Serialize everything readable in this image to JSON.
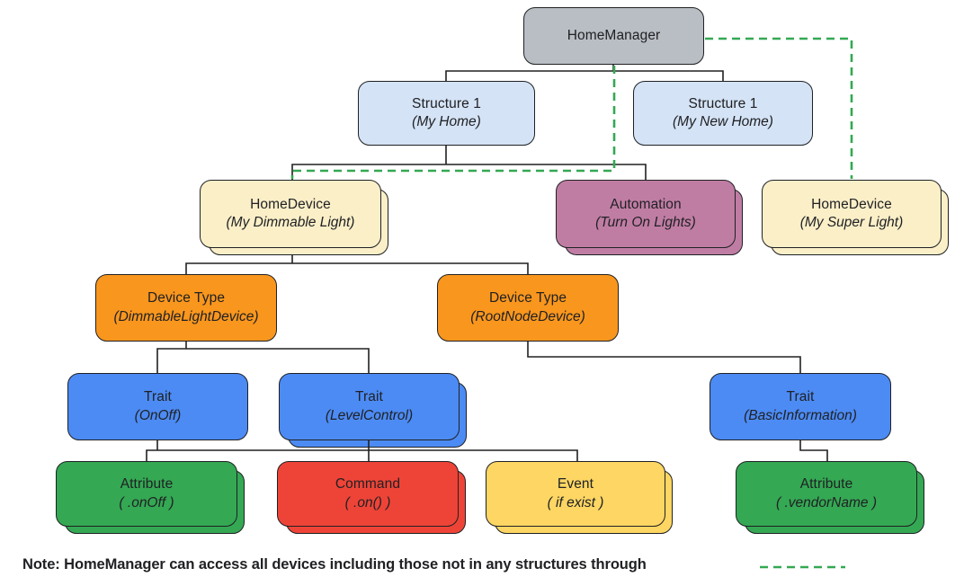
{
  "nodes": [
    {
      "title": "HomeManager",
      "subtitle": ""
    },
    {
      "title": "Structure 1",
      "subtitle": "(My Home)"
    },
    {
      "title": "Structure 1",
      "subtitle": "(My New Home)"
    },
    {
      "title": "HomeDevice",
      "subtitle": "(My Dimmable Light)"
    },
    {
      "title": "Automation",
      "subtitle": "(Turn On Lights)"
    },
    {
      "title": "HomeDevice",
      "subtitle": "(My Super Light)"
    },
    {
      "title": "Device Type",
      "subtitle": "(DimmableLightDevice)"
    },
    {
      "title": "Device Type",
      "subtitle": "(RootNodeDevice)"
    },
    {
      "title": "Trait",
      "subtitle": "(OnOff)"
    },
    {
      "title": "Trait",
      "subtitle": "(LevelControl)"
    },
    {
      "title": "Trait",
      "subtitle": "(BasicInformation)"
    },
    {
      "title": "Attribute",
      "subtitle": "( .onOff )"
    },
    {
      "title": "Command",
      "subtitle": "( .on() )"
    },
    {
      "title": "Event",
      "subtitle": "( if exist )"
    },
    {
      "title": "Attribute",
      "subtitle": "( .vendorName )"
    }
  ],
  "edges": [
    {
      "from": "HomeManager",
      "to": "Structure 1 (My Home)",
      "style": "solid"
    },
    {
      "from": "HomeManager",
      "to": "Structure 1 (My New Home)",
      "style": "solid"
    },
    {
      "from": "Structure 1 (My Home)",
      "to": "HomeDevice (My Dimmable Light)",
      "style": "solid"
    },
    {
      "from": "Structure 1 (My Home)",
      "to": "Automation (Turn On Lights)",
      "style": "solid"
    },
    {
      "from": "HomeDevice (My Dimmable Light)",
      "to": "Device Type (DimmableLightDevice)",
      "style": "solid"
    },
    {
      "from": "HomeDevice (My Dimmable Light)",
      "to": "Device Type (RootNodeDevice)",
      "style": "solid"
    },
    {
      "from": "Device Type (DimmableLightDevice)",
      "to": "Trait (OnOff)",
      "style": "solid"
    },
    {
      "from": "Device Type (DimmableLightDevice)",
      "to": "Trait (LevelControl)",
      "style": "solid"
    },
    {
      "from": "Device Type (RootNodeDevice)",
      "to": "Trait (BasicInformation)",
      "style": "solid"
    },
    {
      "from": "Trait (OnOff) / Trait (LevelControl)",
      "to": "Attribute ( .onOff )",
      "style": "solid"
    },
    {
      "from": "Trait (OnOff) / Trait (LevelControl)",
      "to": "Command ( .on() )",
      "style": "solid"
    },
    {
      "from": "Trait (OnOff) / Trait (LevelControl)",
      "to": "Event ( if exist )",
      "style": "solid"
    },
    {
      "from": "Trait (BasicInformation)",
      "to": "Attribute ( .vendorName )",
      "style": "solid"
    },
    {
      "from": "HomeManager",
      "to": "HomeDevice (My Dimmable Light)",
      "style": "green-dashed"
    },
    {
      "from": "HomeManager",
      "to": "HomeDevice (My Super Light)",
      "style": "green-dashed"
    }
  ],
  "note": {
    "text": "Note: HomeManager can access all devices including those not in any structures through"
  },
  "colors": {
    "home_manager_fill": "#b9bec4",
    "structure_fill": "#d4e3f5",
    "home_device_fill": "#fbefc8",
    "automation_fill": "#c07da4",
    "device_type_fill": "#f9961d",
    "trait_fill": "#4c8bf4",
    "attribute_fill": "#34a853",
    "command_fill": "#ee4437",
    "event_fill": "#fdd663",
    "border": "#1f2124",
    "connector": "#212121",
    "dashed_access_line": "#34a853"
  }
}
